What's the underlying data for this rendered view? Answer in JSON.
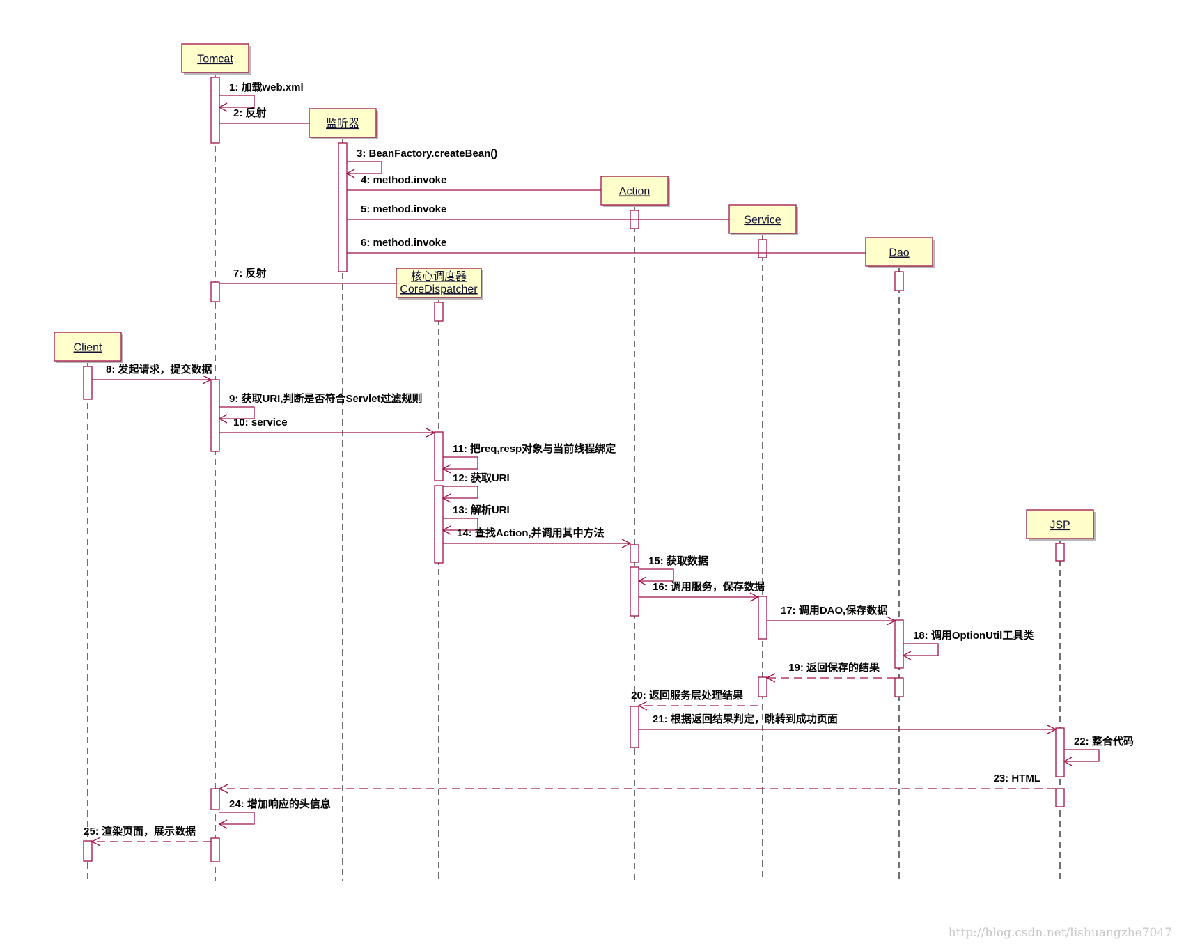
{
  "participants": [
    {
      "id": "tomcat",
      "lines": [
        "Tomcat"
      ]
    },
    {
      "id": "listener",
      "lines": [
        "监听器"
      ]
    },
    {
      "id": "action",
      "lines": [
        "Action"
      ]
    },
    {
      "id": "service",
      "lines": [
        "Service"
      ]
    },
    {
      "id": "dao",
      "lines": [
        "Dao"
      ]
    },
    {
      "id": "core",
      "lines": [
        "核心调度器",
        "CoreDispatcher"
      ]
    },
    {
      "id": "client",
      "lines": [
        "Client"
      ]
    },
    {
      "id": "jsp",
      "lines": [
        "JSP"
      ]
    }
  ],
  "messages": [
    {
      "from": "tomcat",
      "to": "tomcat",
      "label": "1: 加载web.xml",
      "type": "self"
    },
    {
      "from": "tomcat",
      "to": "listener",
      "label": "2: 反射",
      "type": "call"
    },
    {
      "from": "listener",
      "to": "listener",
      "label": "3: BeanFactory.createBean()",
      "type": "self"
    },
    {
      "from": "listener",
      "to": "action",
      "label": "4: method.invoke",
      "type": "call"
    },
    {
      "from": "listener",
      "to": "service",
      "label": "5: method.invoke",
      "type": "call"
    },
    {
      "from": "listener",
      "to": "dao",
      "label": "6: method.invoke",
      "type": "call"
    },
    {
      "from": "tomcat",
      "to": "core",
      "label": "7: 反射",
      "type": "call"
    },
    {
      "from": "client",
      "to": "tomcat",
      "label": "8: 发起请求，提交数据",
      "type": "call"
    },
    {
      "from": "tomcat",
      "to": "tomcat",
      "label": "9: 获取URI,判断是否符合Servlet过滤规则",
      "type": "self"
    },
    {
      "from": "tomcat",
      "to": "core",
      "label": "10: service",
      "type": "call"
    },
    {
      "from": "core",
      "to": "core",
      "label": "11: 把req,resp对象与当前线程绑定",
      "type": "self"
    },
    {
      "from": "core",
      "to": "core",
      "label": "12: 获取URI",
      "type": "self"
    },
    {
      "from": "core",
      "to": "core",
      "label": "13: 解析URI",
      "type": "self"
    },
    {
      "from": "core",
      "to": "action",
      "label": "14: 查找Action,并调用其中方法",
      "type": "call"
    },
    {
      "from": "action",
      "to": "action",
      "label": "15: 获取数据",
      "type": "self"
    },
    {
      "from": "action",
      "to": "service",
      "label": "16: 调用服务，保存数据",
      "type": "call"
    },
    {
      "from": "service",
      "to": "dao",
      "label": "17: 调用DAO,保存数据",
      "type": "call"
    },
    {
      "from": "dao",
      "to": "dao",
      "label": "18: 调用OptionUtil工具类",
      "type": "self"
    },
    {
      "from": "dao",
      "to": "service",
      "label": "19: 返回保存的结果",
      "type": "return"
    },
    {
      "from": "service",
      "to": "action",
      "label": "20: 返回服务层处理结果",
      "type": "return"
    },
    {
      "from": "action",
      "to": "jsp",
      "label": "21: 根据返回结果判定，跳转到成功页面",
      "type": "call"
    },
    {
      "from": "jsp",
      "to": "jsp",
      "label": "22: 整合代码",
      "type": "self"
    },
    {
      "from": "jsp",
      "to": "tomcat",
      "label": "23: HTML",
      "type": "return"
    },
    {
      "from": "tomcat",
      "to": "tomcat",
      "label": "24: 增加响应的头信息",
      "type": "self"
    },
    {
      "from": "tomcat",
      "to": "client",
      "label": "25: 渲染页面，展示数据",
      "type": "return"
    }
  ],
  "watermark": "http://blog.csdn.net/lishuangzhe7047"
}
